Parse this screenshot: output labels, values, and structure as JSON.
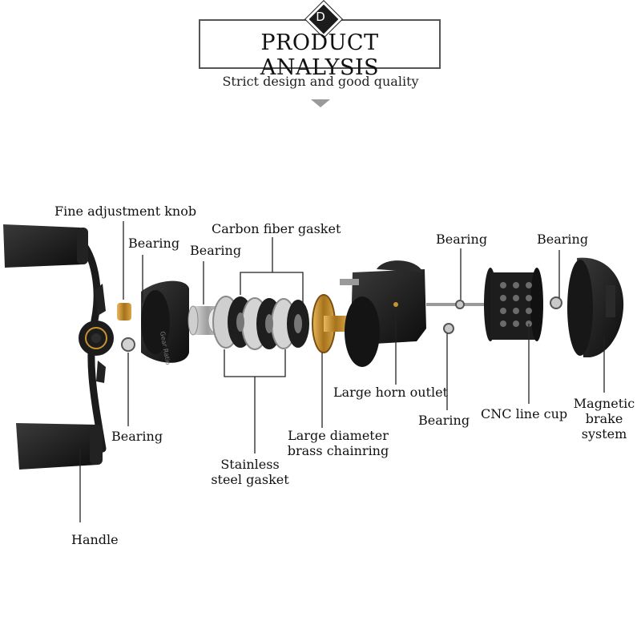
{
  "header": {
    "badge_letter": "D",
    "title": "PRODUCT ANALYSIS",
    "subtitle": "Strict design and good quality"
  },
  "parts": {
    "fine_adjustment_knob": "Fine adjustment knob",
    "bearing_top_left": "Bearing",
    "bearing_top_second": "Bearing",
    "carbon_fiber_gasket": "Carbon fiber gasket",
    "bearing_top_right_1": "Bearing",
    "bearing_top_right_2": "Bearing",
    "bearing_left_bottom": "Bearing",
    "large_horn_outlet": "Large horn outlet",
    "bearing_bottom_mid": "Bearing",
    "cnc_line_cup": "CNC line cup",
    "magnetic_brake_line1": "Magnetic",
    "magnetic_brake_line2": "brake",
    "magnetic_brake_line3": "system",
    "large_diameter_line1": "Large diameter",
    "large_diameter_line2": "brass chainring",
    "stainless_line1": "Stainless",
    "stainless_line2": "steel gasket",
    "handle": "Handle",
    "side_plate_text": "Gear Ratio"
  },
  "colors": {
    "part_black": "#1b1b1b",
    "brass": "#c8922e",
    "steel": "#c9c9c9",
    "leader": "#222222"
  }
}
